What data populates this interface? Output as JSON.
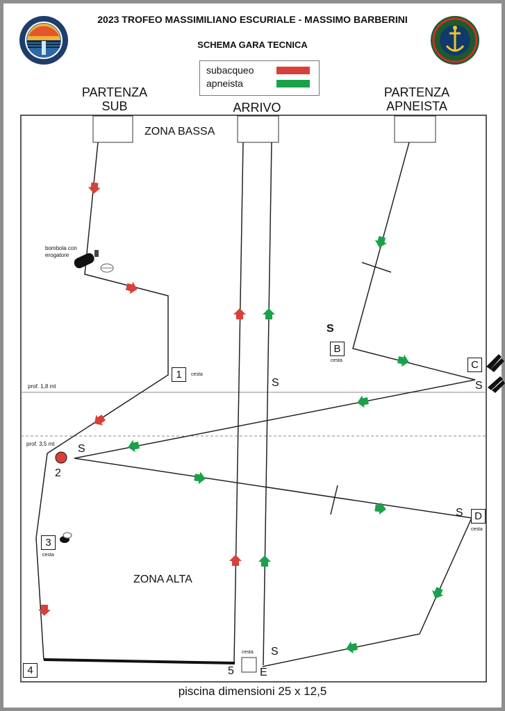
{
  "header": {
    "title": "2023 TROFEO MASSIMILIANO ESCURIALE - MASSIMO BARBERINI",
    "subtitle": "SCHEMA GARA TECNICA"
  },
  "legend": [
    {
      "label": "subacqueo",
      "color": "#d8403a"
    },
    {
      "label": "apneista",
      "color": "#1aa14a"
    }
  ],
  "top_labels": {
    "start_sub": [
      "PARTENZA",
      "SUB"
    ],
    "finish": "ARRIVO",
    "start_apnea": [
      "PARTENZA",
      "APNEISTA"
    ]
  },
  "zones": {
    "shallow": "ZONA BASSA",
    "deep": "ZONA ALTA"
  },
  "depths": {
    "shallow": "prof. 1,8 mt",
    "deep": "prof. 3,5 mt"
  },
  "annotations": {
    "tank": [
      "bombola con",
      "erogatore"
    ],
    "basket": "cesta"
  },
  "waypoints": {
    "w1": "1",
    "w2": "2",
    "w3": "3",
    "w4": "4",
    "w5": "5",
    "wB": "B",
    "wC": "C",
    "wD": "D",
    "wE": "E",
    "s": "S"
  },
  "footer": "piscina dimensioni 25 x 12,5"
}
